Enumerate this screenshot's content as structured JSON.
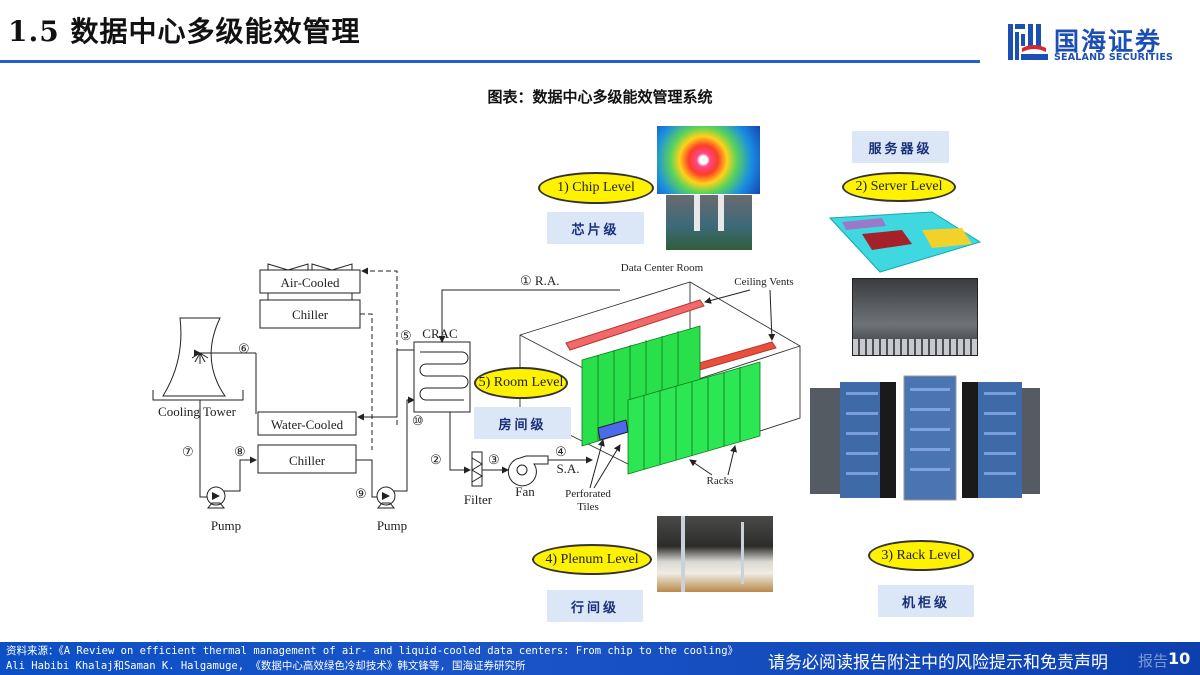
{
  "header": {
    "title": "1.5 数据中心多级能效管理",
    "accent_color": "#1f5fd0"
  },
  "logo": {
    "name_cn": "国海证券",
    "name_en": "SEALAND SECURITIES",
    "brand_color": "#1c4fb3"
  },
  "figure": {
    "caption": "图表：数据中心多级能效管理系统",
    "levels": [
      {
        "label": "1) Chip Level",
        "cn": "芯片级"
      },
      {
        "label": "2) Server Level",
        "cn": "服务器级"
      },
      {
        "label": "3) Rack Level",
        "cn": "机柜级"
      },
      {
        "label": "4) Plenum Level",
        "cn": "行间级"
      },
      {
        "label": "5) Room Level",
        "cn": "房间级"
      }
    ],
    "diagram_labels": {
      "air_cooled": "Air-Cooled",
      "chiller_top": "Chiller",
      "cooling_tower": "Cooling Tower",
      "water_cooled": "Water-Cooled",
      "chiller_bottom": "Chiller",
      "pump_left": "Pump",
      "pump_right": "Pump",
      "crac": "CRAC",
      "filter": "Filter",
      "fan": "Fan",
      "sa": "S.A.",
      "ra": "R.A.",
      "perforated_tiles_1": "Perforated",
      "perforated_tiles_2": "Tiles",
      "data_center_room": "Data Center Room",
      "ceiling_vents": "Ceiling Vents",
      "racks": "Racks",
      "n1": "①",
      "n2": "②",
      "n3": "③",
      "n4": "④",
      "n5": "⑤",
      "n6": "⑥",
      "n7": "⑦",
      "n8": "⑧",
      "n9": "⑨",
      "n10": "⑩"
    }
  },
  "footer": {
    "source_line1": "资料来源：《A Review on efficient thermal management of air- and liquid-cooled data centers: From chip to the cooling》",
    "source_line2": "Ali Habibi Khalaj和Saman K. Halgamuge, 《数据中心高效绿色冷却技术》韩文锋等, 国海证券研究所",
    "disclaimer": "请务必阅读报告附注中的风险提示和免责声明",
    "watermark": "报告",
    "page_number": "10"
  }
}
